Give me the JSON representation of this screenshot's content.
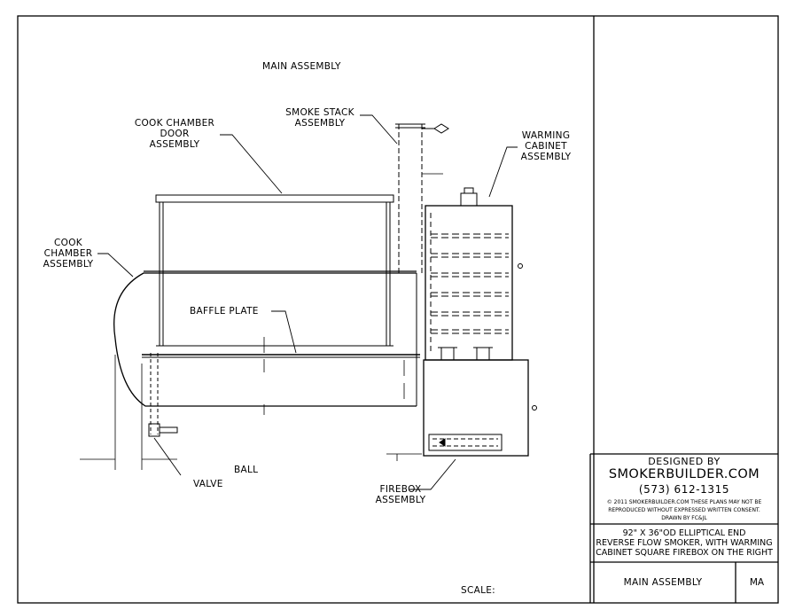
{
  "drawing": {
    "title": "MAIN ASSEMBLY",
    "labels": {
      "cook_chamber_door": [
        "COOK CHAMBER",
        "DOOR",
        "ASSEMBLY"
      ],
      "smoke_stack": [
        "SMOKE STACK",
        "ASSEMBLY"
      ],
      "warming_cabinet": [
        "WARMING",
        "CABINET",
        "ASSEMBLY"
      ],
      "cook_chamber": [
        "COOK",
        "CHAMBER",
        "ASSEMBLY"
      ],
      "baffle_plate": "BAFFLE PLATE",
      "ball": "BALL",
      "valve": "VALVE",
      "firebox": [
        "FIREBOX",
        "ASSEMBLY"
      ]
    },
    "scale_label": "SCALE:"
  },
  "title_block": {
    "designed_by": "DESIGNED BY",
    "company": "SMOKERBUILDER.COM",
    "phone": "(573) 612-1315",
    "copyright_lines": [
      "© 2011 SMOKERBUILDER.COM THESE PLANS MAY NOT BE",
      "REPRODUCED WITHOUT EXPRESSED WRITTEN CONSENT.",
      "DRAWN BY FC&JL"
    ],
    "description_lines": [
      "92\" X 36\"OD ELLIPTICAL END",
      "REVERSE FLOW SMOKER, WITH WARMING",
      "CABINET SQUARE FIREBOX ON THE RIGHT"
    ],
    "sheet_name": "MAIN ASSEMBLY",
    "sheet_code": "MA"
  }
}
